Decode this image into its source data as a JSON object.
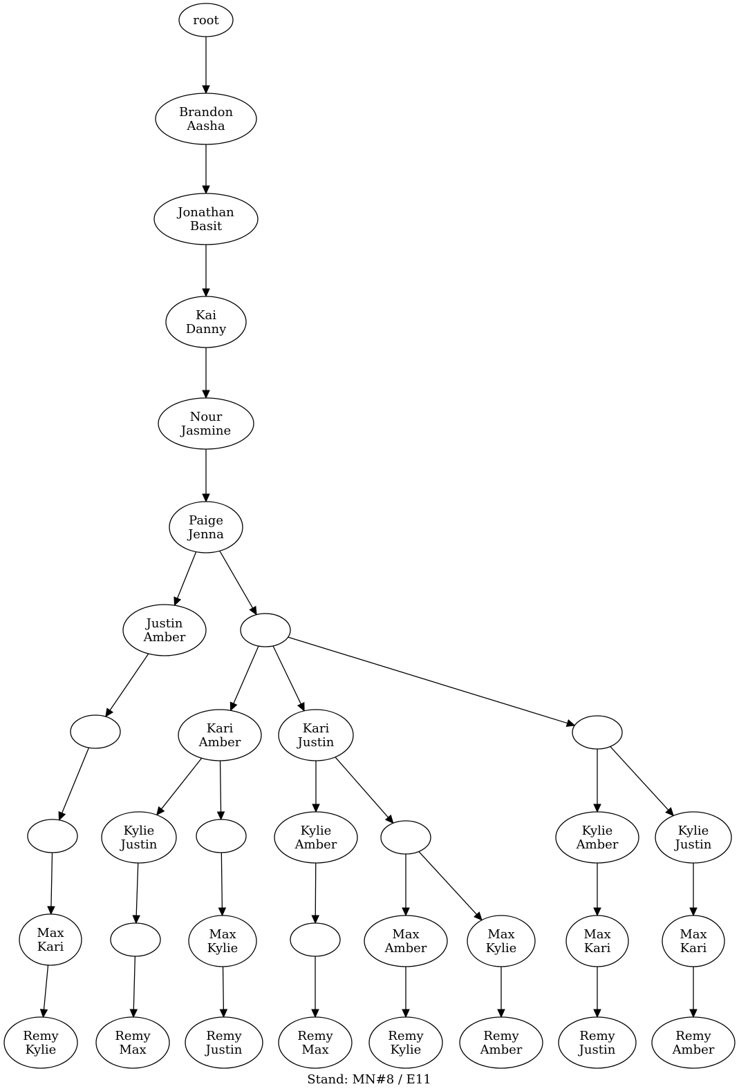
{
  "tree": {
    "nodes": [
      {
        "id": "n0",
        "lines": [
          "root"
        ]
      },
      {
        "id": "n1",
        "lines": [
          "Brandon",
          "Aasha"
        ]
      },
      {
        "id": "n2",
        "lines": [
          "Jonathan",
          "Basit"
        ]
      },
      {
        "id": "n3",
        "lines": [
          "Kai",
          "Danny"
        ]
      },
      {
        "id": "n4",
        "lines": [
          "Nour",
          "Jasmine"
        ]
      },
      {
        "id": "n5",
        "lines": [
          "Paige",
          "Jenna"
        ]
      },
      {
        "id": "n6",
        "lines": [
          "Justin",
          "Amber"
        ]
      },
      {
        "id": "n7",
        "lines": []
      },
      {
        "id": "n8",
        "lines": []
      },
      {
        "id": "n9",
        "lines": []
      },
      {
        "id": "n10",
        "lines": [
          "Max",
          "Kari"
        ]
      },
      {
        "id": "n11",
        "lines": [
          "Remy",
          "Kylie"
        ]
      },
      {
        "id": "n12",
        "lines": [
          "Kari",
          "Amber"
        ]
      },
      {
        "id": "n13",
        "lines": [
          "Kari",
          "Justin"
        ]
      },
      {
        "id": "n14",
        "lines": []
      },
      {
        "id": "n15",
        "lines": [
          "Kylie",
          "Justin"
        ]
      },
      {
        "id": "n16",
        "lines": []
      },
      {
        "id": "n17",
        "lines": []
      },
      {
        "id": "n18",
        "lines": [
          "Remy",
          "Max"
        ]
      },
      {
        "id": "n19",
        "lines": [
          "Max",
          "Kylie"
        ]
      },
      {
        "id": "n20",
        "lines": [
          "Remy",
          "Justin"
        ]
      },
      {
        "id": "n21",
        "lines": [
          "Kylie",
          "Amber"
        ]
      },
      {
        "id": "n22",
        "lines": []
      },
      {
        "id": "n23",
        "lines": []
      },
      {
        "id": "n24",
        "lines": [
          "Remy",
          "Max"
        ]
      },
      {
        "id": "n25",
        "lines": [
          "Max",
          "Amber"
        ]
      },
      {
        "id": "n26",
        "lines": [
          "Max",
          "Kylie"
        ]
      },
      {
        "id": "n27",
        "lines": [
          "Remy",
          "Kylie"
        ]
      },
      {
        "id": "n28",
        "lines": [
          "Remy",
          "Amber"
        ]
      },
      {
        "id": "n29",
        "lines": [
          "Kylie",
          "Amber"
        ]
      },
      {
        "id": "n30",
        "lines": [
          "Kylie",
          "Justin"
        ]
      },
      {
        "id": "n31",
        "lines": [
          "Max",
          "Kari"
        ]
      },
      {
        "id": "n32",
        "lines": [
          "Max",
          "Kari"
        ]
      },
      {
        "id": "n33",
        "lines": [
          "Remy",
          "Justin"
        ]
      },
      {
        "id": "n34",
        "lines": [
          "Remy",
          "Amber"
        ]
      }
    ],
    "edges": [
      [
        "n0",
        "n1"
      ],
      [
        "n1",
        "n2"
      ],
      [
        "n2",
        "n3"
      ],
      [
        "n3",
        "n4"
      ],
      [
        "n4",
        "n5"
      ],
      [
        "n5",
        "n6"
      ],
      [
        "n5",
        "n7"
      ],
      [
        "n6",
        "n8"
      ],
      [
        "n8",
        "n9"
      ],
      [
        "n9",
        "n10"
      ],
      [
        "n10",
        "n11"
      ],
      [
        "n7",
        "n12"
      ],
      [
        "n7",
        "n13"
      ],
      [
        "n7",
        "n14"
      ],
      [
        "n12",
        "n15"
      ],
      [
        "n12",
        "n17"
      ],
      [
        "n15",
        "n16"
      ],
      [
        "n16",
        "n18"
      ],
      [
        "n17",
        "n19"
      ],
      [
        "n19",
        "n20"
      ],
      [
        "n13",
        "n21"
      ],
      [
        "n13",
        "n23"
      ],
      [
        "n21",
        "n22"
      ],
      [
        "n22",
        "n24"
      ],
      [
        "n23",
        "n25"
      ],
      [
        "n23",
        "n26"
      ],
      [
        "n25",
        "n27"
      ],
      [
        "n26",
        "n28"
      ],
      [
        "n14",
        "n29"
      ],
      [
        "n14",
        "n30"
      ],
      [
        "n29",
        "n31"
      ],
      [
        "n30",
        "n32"
      ],
      [
        "n31",
        "n33"
      ],
      [
        "n32",
        "n34"
      ]
    ]
  },
  "footer": "Stand: MN#8 / E11"
}
